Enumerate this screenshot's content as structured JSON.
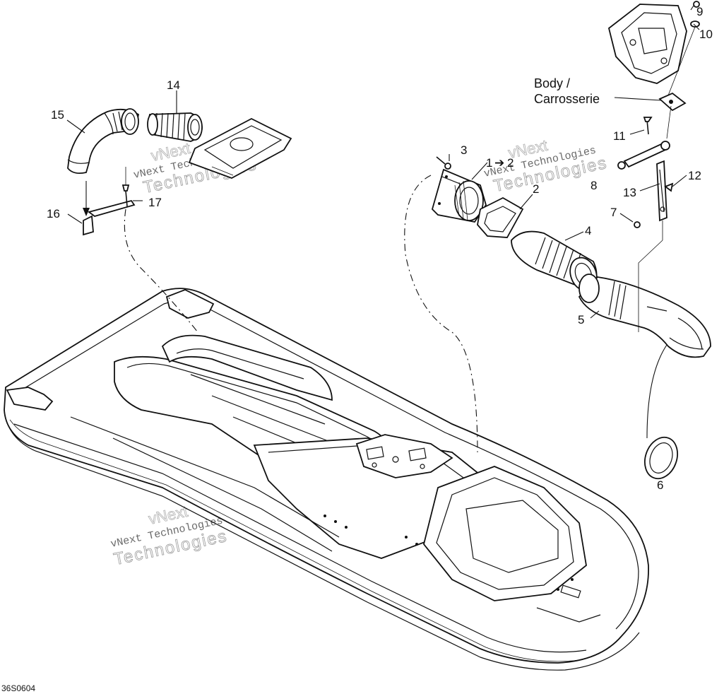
{
  "diagram": {
    "drawing_code": "36S0604",
    "body_label_line1": "Body /",
    "body_label_line2": "Carrosserie",
    "watermark_line1": "vNext Technologies",
    "watermark_line2": "Technologies",
    "watermark_brand": "vNext",
    "callouts": [
      {
        "id": "c1",
        "text": "1"
      },
      {
        "id": "c1arrow",
        "text": "➔"
      },
      {
        "id": "c1b",
        "text": "2"
      },
      {
        "id": "c2",
        "text": "2"
      },
      {
        "id": "c3",
        "text": "3"
      },
      {
        "id": "c4",
        "text": "4"
      },
      {
        "id": "c5",
        "text": "5"
      },
      {
        "id": "c6",
        "text": "6"
      },
      {
        "id": "c7",
        "text": "7"
      },
      {
        "id": "c8",
        "text": "8"
      },
      {
        "id": "c9",
        "text": "9"
      },
      {
        "id": "c10",
        "text": "10"
      },
      {
        "id": "c11",
        "text": "11"
      },
      {
        "id": "c12",
        "text": "12"
      },
      {
        "id": "c13",
        "text": "13"
      },
      {
        "id": "c14",
        "text": "14"
      },
      {
        "id": "c15",
        "text": "15"
      },
      {
        "id": "c16",
        "text": "16"
      },
      {
        "id": "c17",
        "text": "17"
      }
    ]
  }
}
